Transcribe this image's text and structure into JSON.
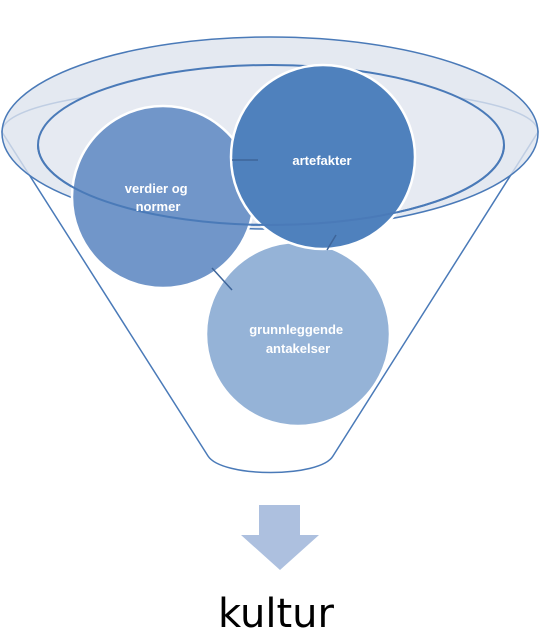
{
  "diagram": {
    "type": "funnel",
    "items": [
      {
        "id": "verdier",
        "lines": [
          "verdier og",
          "normer"
        ]
      },
      {
        "id": "artefakter",
        "lines": [
          "artefakter"
        ]
      },
      {
        "id": "antakelser",
        "lines": [
          "grunnleggende",
          "antakelser"
        ]
      }
    ],
    "result": "kultur"
  },
  "colors": {
    "funnel_stroke": "#4a7ab8",
    "funnel_rim_fill": "#dde3ee",
    "circle_dark": "#4f81bd",
    "circle_mid": "#7196c9",
    "circle_light": "#95b3d7",
    "arrow": "#adc0df"
  }
}
